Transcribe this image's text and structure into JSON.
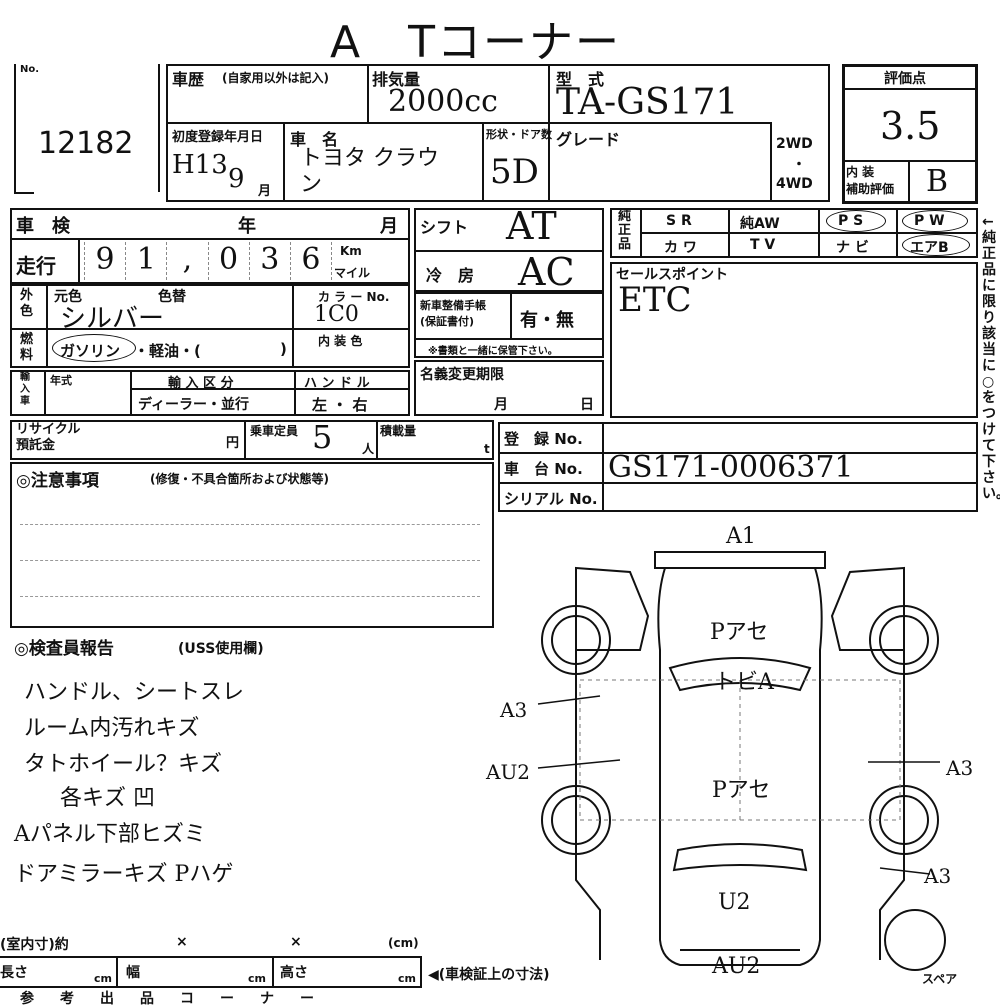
{
  "sheet": {
    "title": "A　Tコーナー",
    "no_label": "No.",
    "no_value": "12182",
    "rating": {
      "label": "評価点",
      "value": "3.5",
      "interior_label": "内 装\n補助評価",
      "interior_value": "B"
    }
  },
  "top": {
    "history_label": "車歴",
    "history_note": "(自家用以外は記入)",
    "displacement_label": "排気量",
    "displacement_value": "2000cc",
    "model_label": "型　式",
    "model_value": "TA-GS171",
    "first_reg_label": "初度登録年月日",
    "first_reg_year": "H13",
    "first_reg_month": "9",
    "month_unit": "月",
    "car_name_label": "車　名",
    "car_name_value": "トヨタ クラウン",
    "doors_label": "形状・ドア数",
    "doors_value": "5D",
    "grade_label": "グレード",
    "drive_2wd": "2WD",
    "drive_dot": "・",
    "drive_4wd": "4WD"
  },
  "inspection": {
    "shaken_label": "車　検",
    "year_unit": "年",
    "month_unit": "月",
    "mileage_label": "走行",
    "mileage_digits": [
      "9",
      "1",
      ",",
      "0",
      "3",
      "6"
    ],
    "km_label": "Km",
    "mile_label": "マイル",
    "shift_label": "シフト",
    "shift_value": "AT",
    "cooler_label": "冷　房",
    "cooler_value": "AC"
  },
  "equipment": {
    "label": "純正品",
    "row1": [
      "S R",
      "純AW",
      "P S",
      "P W"
    ],
    "row2": [
      "カ ワ",
      "T V",
      "ナ ビ",
      "エアB"
    ]
  },
  "color": {
    "label": "外色",
    "original_label": "元色",
    "repaint_label": "色替",
    "value": "シルバー",
    "color_no_label": "カ ラ ー No.",
    "color_no_value": "1C0",
    "interior_label": "内 装 色"
  },
  "fuel": {
    "label": "燃料",
    "gasoline": "ガソリン",
    "others": "・軽油・(",
    "close": ")"
  },
  "manual": {
    "label": "新車整備手帳\n(保証書付)",
    "value": "有・無",
    "note": "※書類と一緒に保管下さい。"
  },
  "sales_point": {
    "label": "セールスポイント",
    "value": "ETC"
  },
  "import": {
    "label": "輸入車",
    "year_label": "年式",
    "class_label": "輸 入 区 分",
    "class_value": "ディーラー・並行",
    "handle_label": "ハ ン ド ル",
    "handle_value": "左 ・ 右"
  },
  "name_change": {
    "label": "名義変更期限",
    "month": "月",
    "day": "日"
  },
  "recycle": {
    "label": "リサイクル\n預託金",
    "yen": "円"
  },
  "capacity": {
    "label": "乗車定員",
    "value": "5",
    "unit": "人"
  },
  "load": {
    "label": "積載量",
    "unit": "t"
  },
  "registration": {
    "reg_label": "登　録 No.",
    "chassis_label": "車　台 No.",
    "chassis_value": "GS171-0006371",
    "serial_label": "シリアル No."
  },
  "caution": {
    "label": "◎注意事項",
    "note": "(修復・不具合箇所および状態等)"
  },
  "side_note": "←純正品に限り該当に○をつけて下さい。",
  "report": {
    "label": "◎検査員報告",
    "note": "(USS使用欄)",
    "lines": [
      "ハンドル、シートスレ",
      "ルーム内汚れキズ",
      "タトホイール？キズ",
      "各キズ 凹",
      "Aパネル下部ヒズミ",
      "ドアミラーキズ Pハゲ"
    ]
  },
  "diagram": {
    "marks": [
      "A1",
      "Pアセ",
      "トビA",
      "Pアセ",
      "A3",
      "AU2",
      "A3",
      "A3",
      "U2",
      "AU2"
    ],
    "spare": "スペア"
  },
  "dimensions": {
    "label": "(室内寸)約",
    "x": "×",
    "cm": "(cm)",
    "length": "長さ",
    "width": "幅",
    "height": "高さ",
    "unit": "cm",
    "note": "◀(車検証上の寸法)",
    "bottom": "参　考　出　品　コ　ー　ナ　ー"
  }
}
